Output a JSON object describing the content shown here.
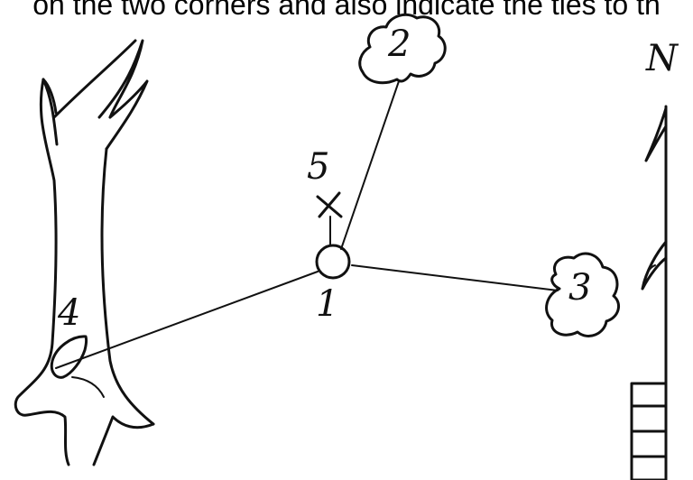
{
  "caption": "on the two corners and also indicate the ties to th",
  "labels": {
    "monument": "1",
    "tree_2": "2",
    "tree_3": "3",
    "tree_4": "4",
    "mark_5": "5",
    "north": "N"
  }
}
